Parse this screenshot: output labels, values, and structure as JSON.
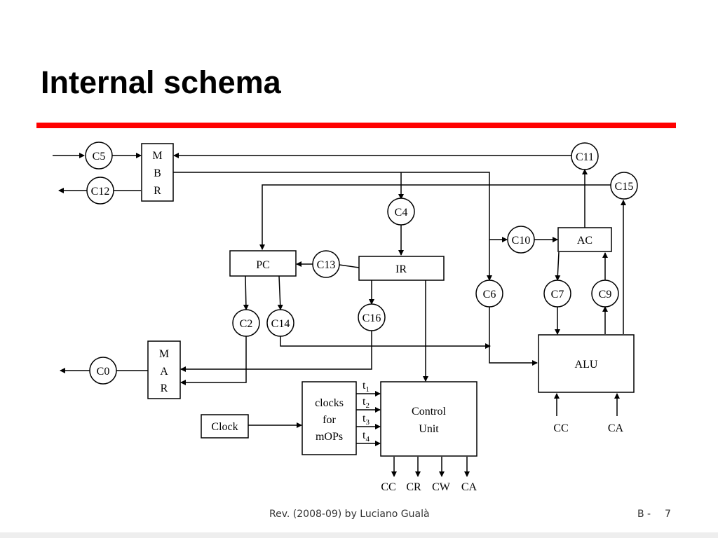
{
  "slide": {
    "title": "Internal schema",
    "footer_text": "Rev. (2008-09) by Luciano Gualà",
    "footer_section": "B -",
    "page_number": "7",
    "accent_color": "#ff0000"
  },
  "diagram": {
    "blocks": {
      "mbr": [
        "M",
        "B",
        "R"
      ],
      "mar": [
        "M",
        "A",
        "R"
      ],
      "pc": "PC",
      "ir": "IR",
      "ac": "AC",
      "alu": "ALU",
      "clock": "Clock",
      "clocks": [
        "clocks",
        "for",
        "mOPs"
      ],
      "control_unit": [
        "Control",
        "Unit"
      ]
    },
    "controls": {
      "c0": "C0",
      "c2": "C2",
      "c4": "C4",
      "c5": "C5",
      "c6": "C6",
      "c7": "C7",
      "c9": "C9",
      "c10": "C10",
      "c11": "C11",
      "c12": "C12",
      "c13": "C13",
      "c14": "C14",
      "c15": "C15",
      "c16": "C16"
    },
    "timing": [
      {
        "base": "t",
        "sub": "1"
      },
      {
        "base": "t",
        "sub": "2"
      },
      {
        "base": "t",
        "sub": "3"
      },
      {
        "base": "t",
        "sub": "4"
      }
    ],
    "alu_inputs": [
      "CC",
      "CA"
    ],
    "cu_outputs": [
      "CC",
      "CR",
      "CW",
      "CA"
    ]
  }
}
